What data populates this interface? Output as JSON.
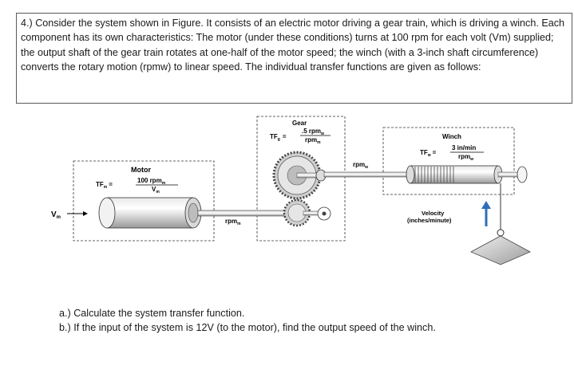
{
  "problem_text": "4.) Consider the system shown in Figure. It consists of an electric motor driving a gear train, which is driving a winch. Each component has its own characteristics: The motor (under these conditions) turns at 100 rpm for each volt (Vm) supplied; the output shaft of the gear train rotates at one-half of the motor speed; the winch (with a 3-inch shaft circumference) converts the rotary motion (rpmw) to linear speed. The individual transfer functions are given as follows:",
  "figure": {
    "motor": {
      "label": "Motor",
      "tf": "TF",
      "tf_sub": "m",
      "eq": "=",
      "num": "100 rpm",
      "num_sub": "m",
      "den": "V",
      "den_sub": "m"
    },
    "gear": {
      "label": "Gear",
      "tf": "TF",
      "tf_sub": "g",
      "eq": "=",
      "num": ".5 rpm",
      "num_sub": "w",
      "den": "rpm",
      "den_sub": "m"
    },
    "winch": {
      "label": "Winch",
      "tf": "TF",
      "tf_sub": "w",
      "eq": "=",
      "num": "3 in/min",
      "den": "rpm",
      "den_sub": "w"
    },
    "input_label": "V",
    "input_sub": "m",
    "rpm_motor": "rpm",
    "rpm_motor_sub": "m",
    "rpm_winch": "rpm",
    "rpm_winch_sub": "w",
    "velocity_line1": "Velocity",
    "velocity_line2": "(inches/minute)"
  },
  "questions": [
    {
      "label": "a.)",
      "text": "Calculate the system transfer function."
    },
    {
      "label": "b.)",
      "text": "If the input of the system is 12V (to the motor), find the output speed of the winch."
    }
  ]
}
